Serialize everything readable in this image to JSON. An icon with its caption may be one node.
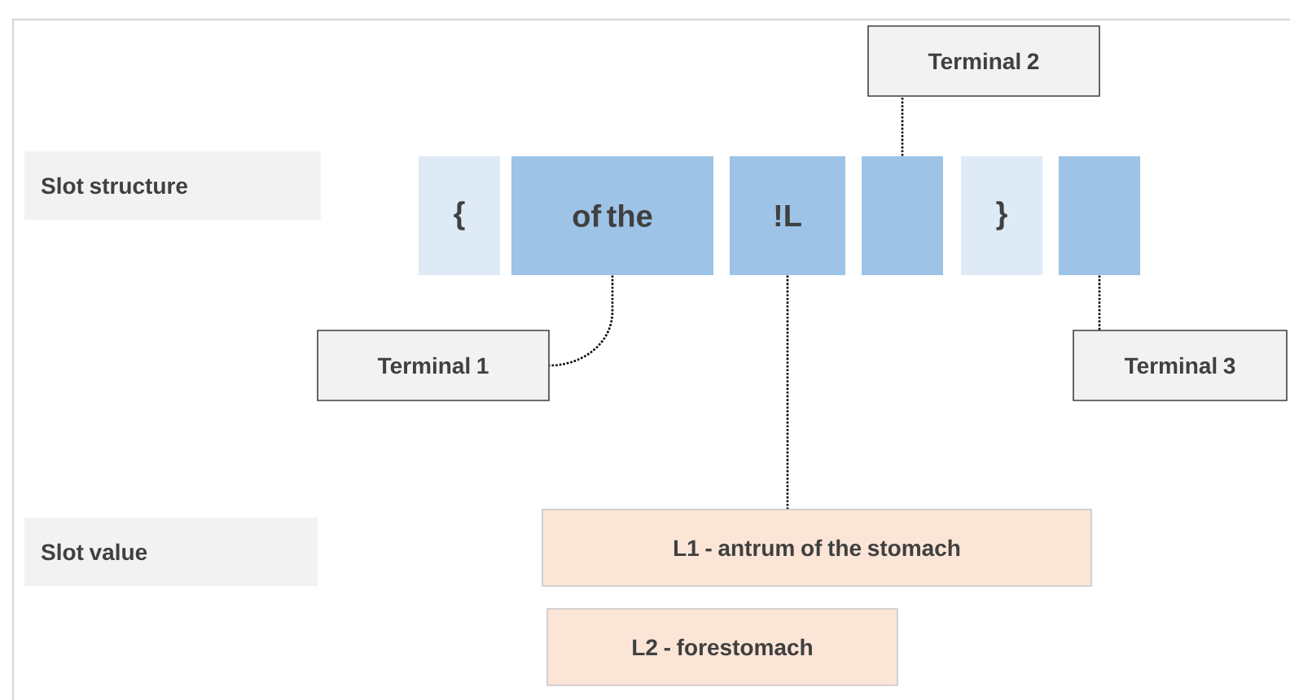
{
  "diagram": {
    "nodes": [
      {
        "text": [
          "Slot structure"
        ]
      },
      {
        "text": [
          "{"
        ]
      },
      {
        "text": [
          "of the"
        ]
      },
      {
        "text": [
          "!L"
        ]
      },
      {
        "text": [],
        "shape": "box"
      },
      {
        "text": [
          "}"
        ]
      },
      {
        "text": [],
        "shape": "box"
      },
      {
        "text": [
          "Terminal 2"
        ]
      },
      {
        "text": [
          "Terminal 1"
        ]
      },
      {
        "text": [
          "Terminal 3"
        ]
      },
      {
        "text": [
          "Slot value"
        ]
      },
      {
        "text": [
          "L1 - antrum of the stomach"
        ]
      },
      {
        "text": [
          "L2 - forestomach"
        ]
      }
    ],
    "edges": [
      {
        "from": 4,
        "to": 7,
        "arrow": "none",
        "style": "dashed"
      },
      {
        "from": 2,
        "to": 8,
        "arrow": "none",
        "style": "dashed"
      },
      {
        "from": 6,
        "to": 9,
        "arrow": "none",
        "style": "dashed"
      },
      {
        "from": 3,
        "to": 11,
        "arrow": "none",
        "style": "dashed"
      }
    ]
  }
}
